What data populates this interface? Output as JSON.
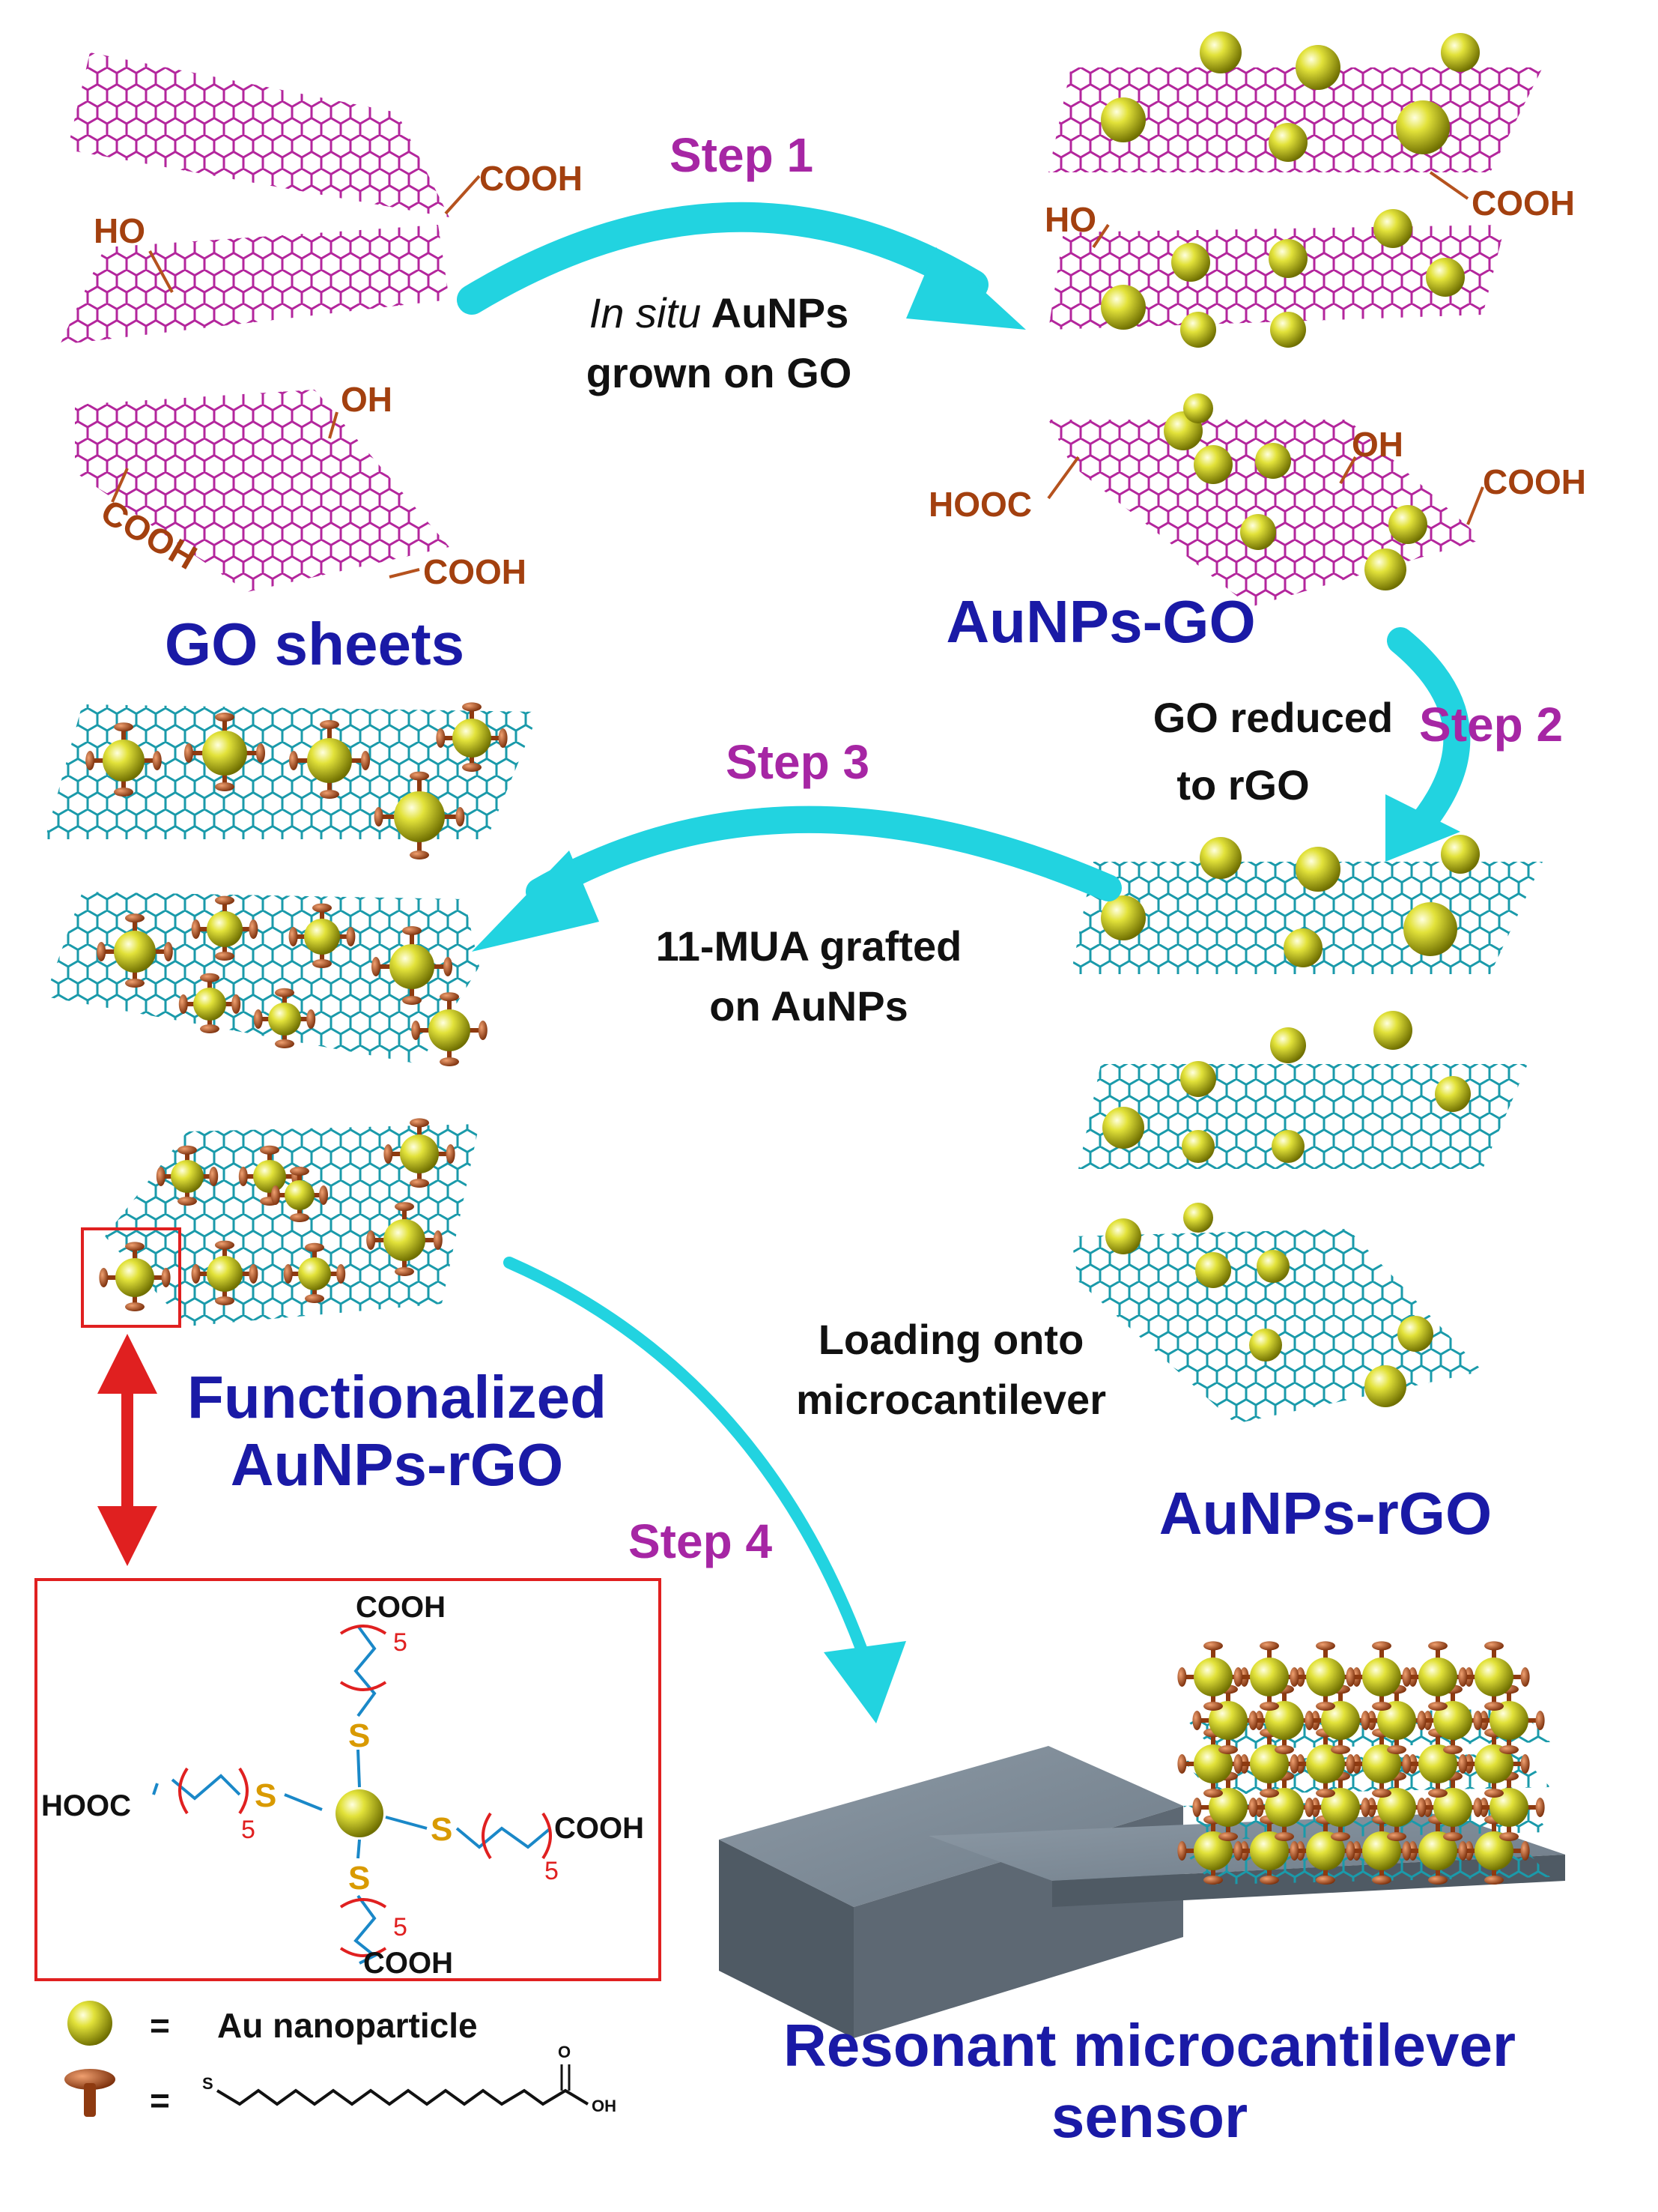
{
  "labels": {
    "go_sheets": "GO sheets",
    "aunps_go": "AuNPs-GO",
    "aunps_rgo": "AuNPs-rGO",
    "functionalized_line1": "Functionalized",
    "functionalized_line2": "AuNPs-rGO",
    "sensor_line1": "Resonant microcantilever",
    "sensor_line2": "sensor"
  },
  "steps": {
    "step1": {
      "label": "Step 1",
      "desc_italic": "In situ",
      "desc_rest": " AuNPs",
      "desc_line2": "grown on GO"
    },
    "step2": {
      "label": "Step 2",
      "desc_line1": "GO reduced",
      "desc_line2": "to rGO"
    },
    "step3": {
      "label": "Step 3",
      "desc_line1": "11-MUA grafted",
      "desc_line2": "on AuNPs"
    },
    "step4": {
      "label": "Step 4",
      "desc_line1": "Loading onto",
      "desc_line2": "microcantilever"
    }
  },
  "groups": {
    "cooh": "COOH",
    "ho": "HO",
    "oh": "OH",
    "hooc": "HOOC"
  },
  "structure": {
    "cooh": "COOH",
    "hooc": "HOOC",
    "s": "S",
    "repeat": "5"
  },
  "legend": {
    "eq": "=",
    "au_nanoparticle": "Au nanoparticle",
    "o_atom": "O",
    "oh_end": "OH",
    "s_atom": "S"
  },
  "colors": {
    "go_sheet": "#b3269c",
    "rgo_sheet": "#1a9aaa",
    "arrow": "#22d3e0",
    "au": "#c4c418",
    "linker": "#b5521e",
    "red": "#e02020",
    "title": "#1a1aa6",
    "step": "#a626a4"
  }
}
